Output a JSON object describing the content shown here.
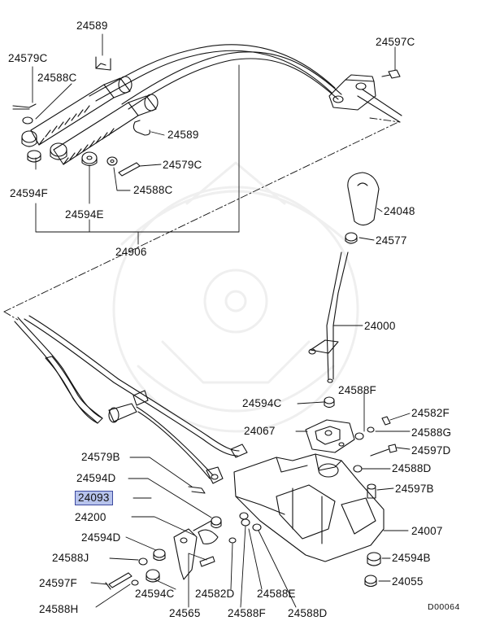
{
  "figure_id": "D00064",
  "highlighted_part": "24093",
  "labels": {
    "p24589_top": "24589",
    "p24597C": "24597C",
    "p24579C_left": "24579C",
    "p24588C_left": "24588C",
    "p24589_mid": "24589",
    "p24579C_right": "24579C",
    "p24588C_right": "24588C",
    "p24594F": "24594F",
    "p24594E": "24594E",
    "p24906": "24906",
    "p24048": "24048",
    "p24577": "24577",
    "p24000": "24000",
    "p24588F_top": "24588F",
    "p24594C_top": "24594C",
    "p24582F": "24582F",
    "p24067": "24067",
    "p24588G": "24588G",
    "p24597D": "24597D",
    "p24579B": "24579B",
    "p24588D_right": "24588D",
    "p24594D_top": "24594D",
    "p24597B": "24597B",
    "p24093": "24093",
    "p24200": "24200",
    "p24007": "24007",
    "p24594D_left": "24594D",
    "p24588J": "24588J",
    "p24594B": "24594B",
    "p24597F": "24597F",
    "p24594C_bottom": "24594C",
    "p24582D": "24582D",
    "p24588E": "24588E",
    "p24055": "24055",
    "p24588H": "24588H",
    "p24565": "24565",
    "p24588F_bottom": "24588F",
    "p24588D_bottom": "24588D"
  }
}
